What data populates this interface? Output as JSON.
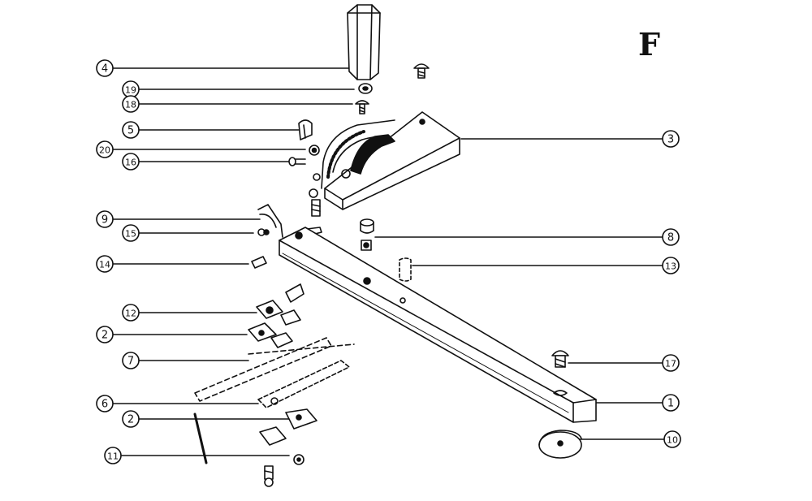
{
  "figure_letter": "F",
  "callouts": [
    {
      "id": "c4",
      "label": "4"
    },
    {
      "id": "c19",
      "label": "19"
    },
    {
      "id": "c18",
      "label": "18"
    },
    {
      "id": "c5",
      "label": "5"
    },
    {
      "id": "c20",
      "label": "20"
    },
    {
      "id": "c16",
      "label": "16"
    },
    {
      "id": "c9",
      "label": "9"
    },
    {
      "id": "c15",
      "label": "15"
    },
    {
      "id": "c14",
      "label": "14"
    },
    {
      "id": "c12",
      "label": "12"
    },
    {
      "id": "c2a",
      "label": "2"
    },
    {
      "id": "c7",
      "label": "7"
    },
    {
      "id": "c6",
      "label": "6"
    },
    {
      "id": "c2b",
      "label": "2"
    },
    {
      "id": "c11",
      "label": "11"
    },
    {
      "id": "c3",
      "label": "3"
    },
    {
      "id": "c8",
      "label": "8"
    },
    {
      "id": "c13",
      "label": "13"
    },
    {
      "id": "c17",
      "label": "17"
    },
    {
      "id": "c1",
      "label": "1"
    },
    {
      "id": "c10",
      "label": "10"
    }
  ]
}
